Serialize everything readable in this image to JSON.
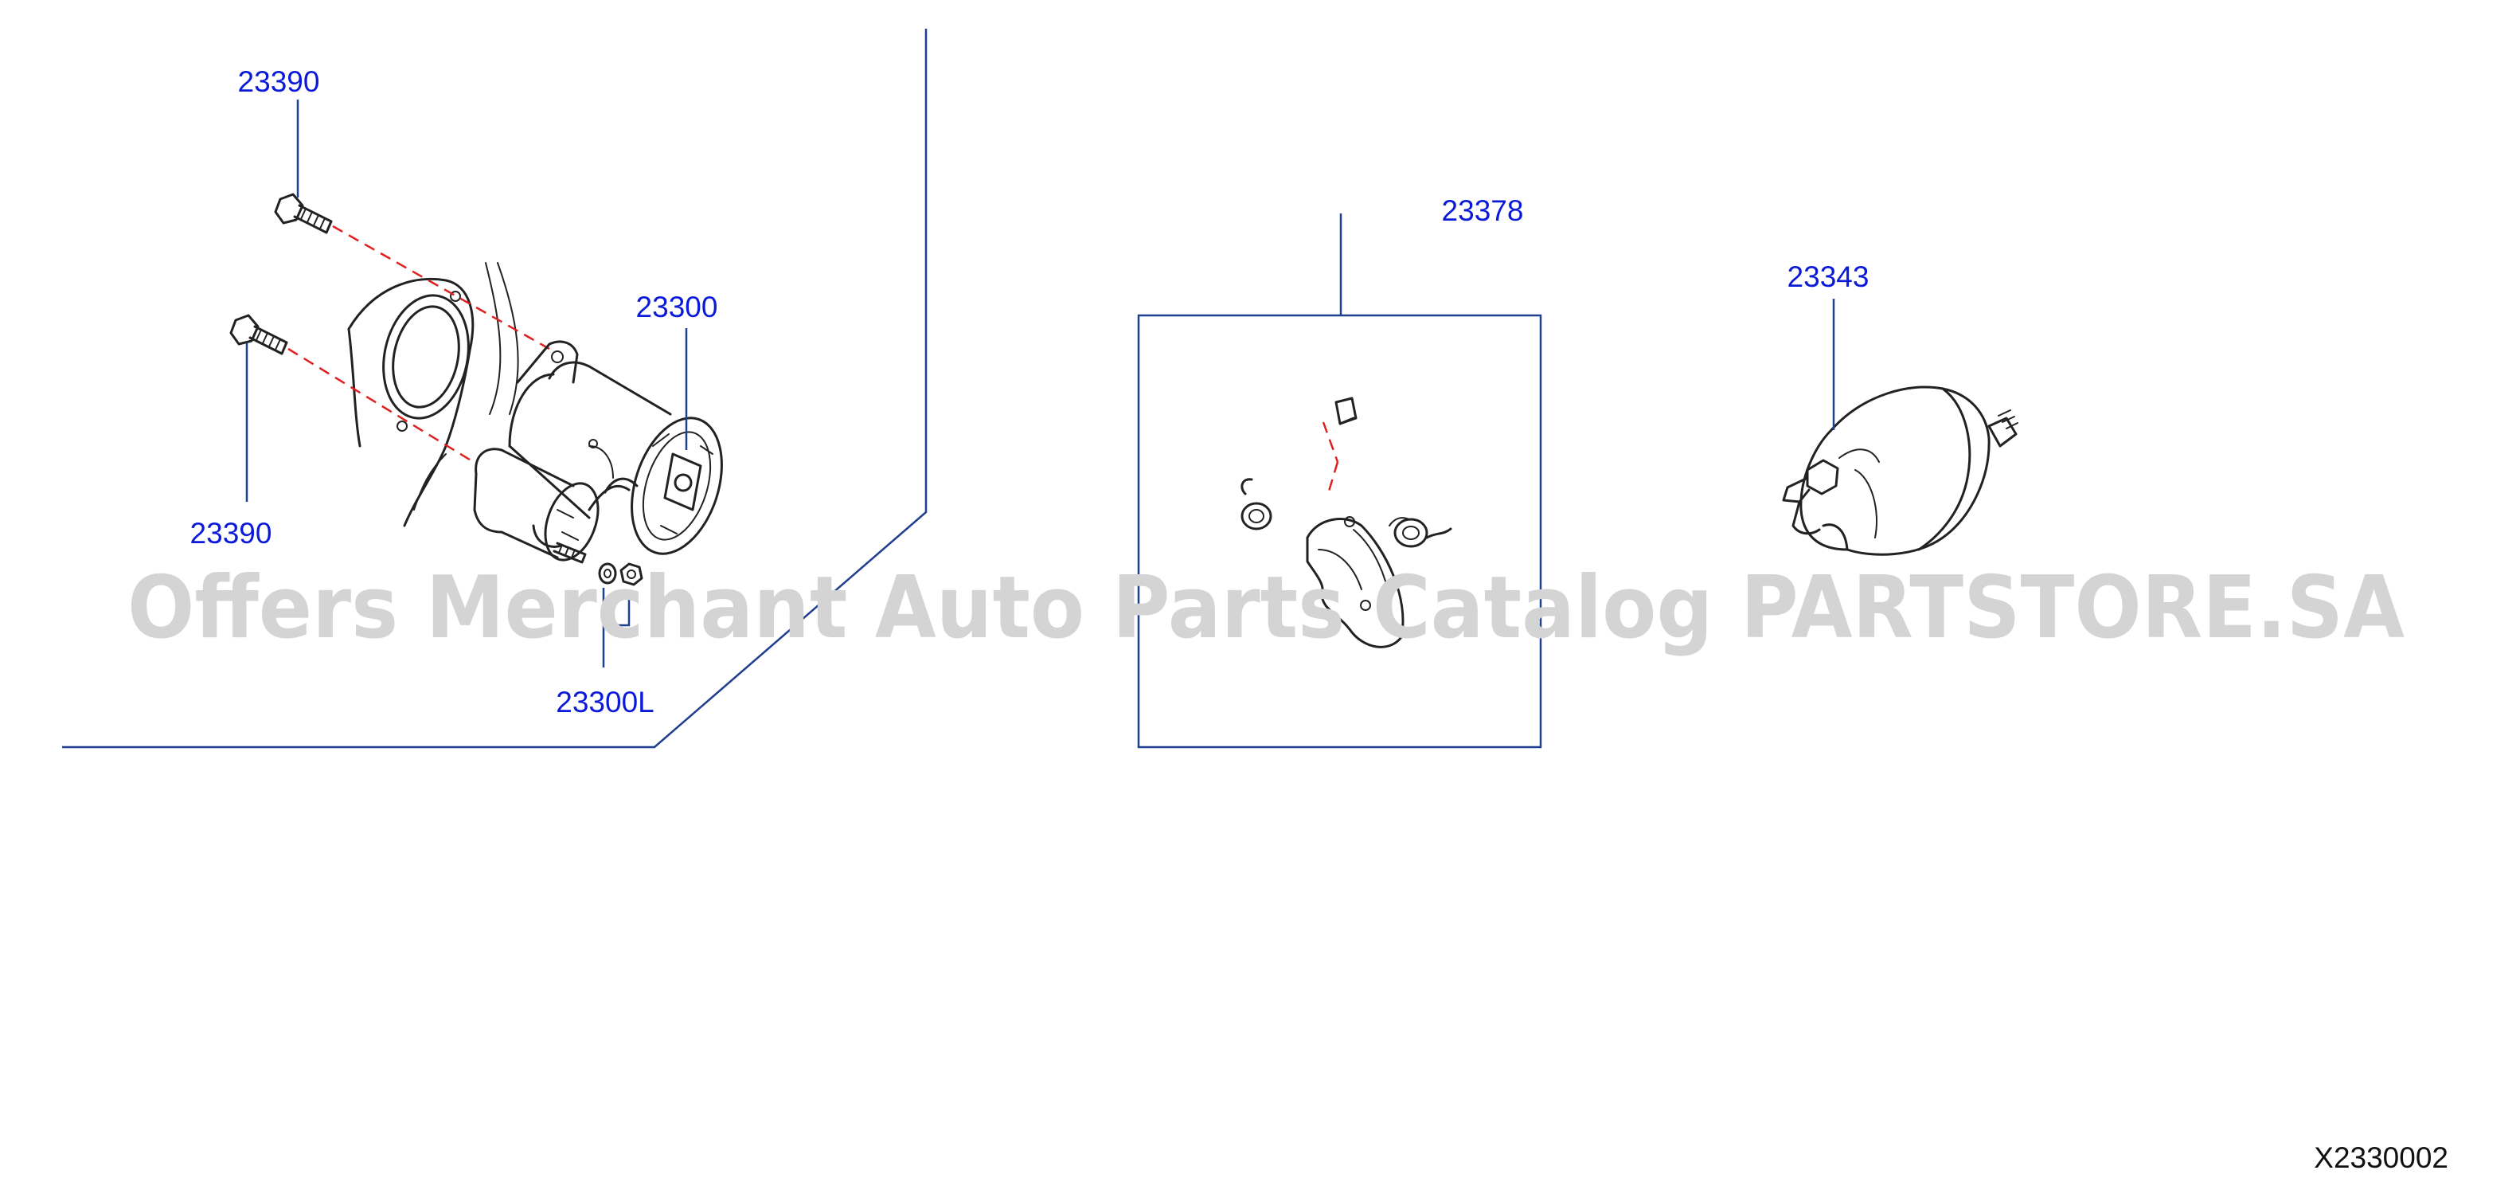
{
  "diagram": {
    "part_labels": {
      "bolt_top": "23390",
      "bolt_lower": "23390",
      "starter_motor": "23300",
      "starter_nut_washer": "23300L",
      "brush_set": "23378",
      "solenoid": "23343"
    },
    "figure_code": "X2330002",
    "watermark": "Offers Merchant Auto Parts Catalog PARTSTORE.SA",
    "colors": {
      "label_text": "#0a1ad8",
      "leader_line": "#1f3f8f",
      "dashed_guide": "#e02020",
      "drawing_ink": "#222222",
      "watermark": "#d4d4d4"
    }
  }
}
